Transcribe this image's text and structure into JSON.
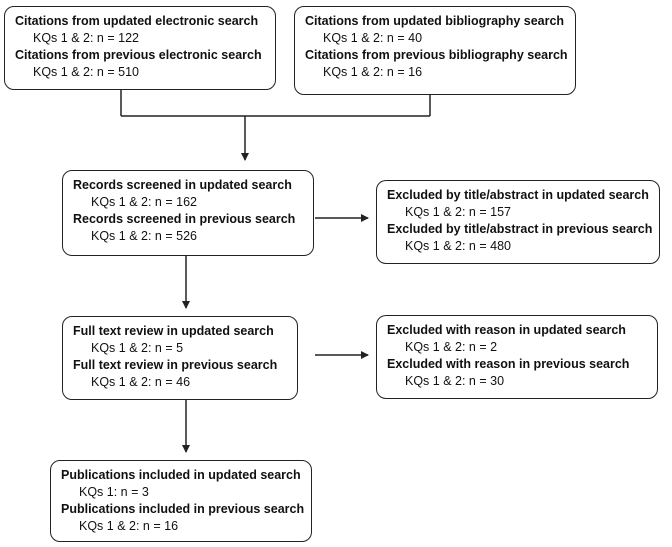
{
  "boxes": {
    "electronic": {
      "updated_heading": "Citations from updated electronic search",
      "updated_value": "KQs 1 & 2: n = 122",
      "previous_heading": "Citations from previous electronic search",
      "previous_value": "KQs 1 & 2: n = 510"
    },
    "bibliography": {
      "updated_heading": "Citations from updated bibliography search",
      "updated_value": "KQs 1 & 2: n = 40",
      "previous_heading": "Citations from previous bibliography search",
      "previous_value": "KQs 1 & 2: n = 16"
    },
    "screened": {
      "updated_heading": "Records screened in updated search",
      "updated_value": "KQs 1 & 2: n = 162",
      "previous_heading": "Records screened in previous search",
      "previous_value": "KQs 1 & 2: n = 526"
    },
    "excluded_title": {
      "updated_heading": "Excluded by title/abstract in updated search",
      "updated_value": "KQs 1 & 2: n = 157",
      "previous_heading": "Excluded by title/abstract in previous search",
      "previous_value": "KQs 1 & 2: n = 480"
    },
    "fulltext": {
      "updated_heading": "Full text review in updated search",
      "updated_value": "KQs 1 & 2: n = 5",
      "previous_heading": "Full text review in previous search",
      "previous_value": "KQs 1 & 2: n = 46"
    },
    "excluded_reason": {
      "updated_heading": "Excluded with reason in updated search",
      "updated_value": "KQs 1 & 2: n = 2",
      "previous_heading": "Excluded with reason in previous search",
      "previous_value": "KQs 1 & 2: n = 30"
    },
    "included": {
      "updated_heading": "Publications included in updated search",
      "updated_value": "KQs 1: n = 3",
      "previous_heading": "Publications included in previous search",
      "previous_value": "KQs 1 & 2: n = 16"
    }
  },
  "colors": {
    "line": "#222222",
    "text": "#111111",
    "background": "#ffffff"
  }
}
